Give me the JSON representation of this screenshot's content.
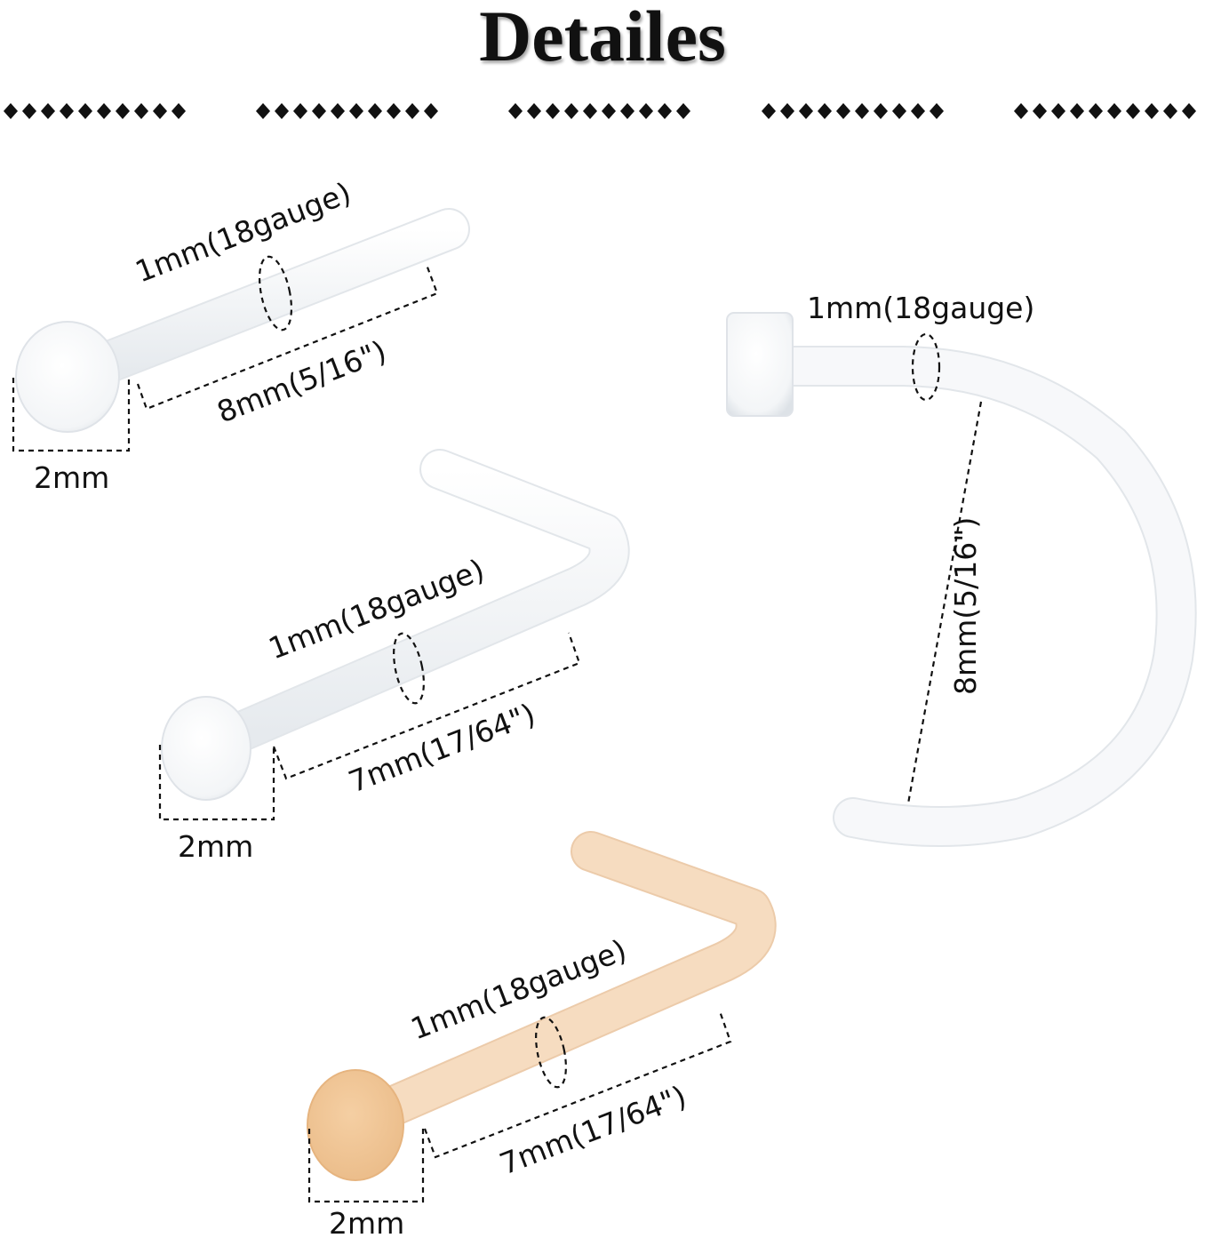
{
  "title": "Detailes",
  "colors": {
    "clear": "#f4f6f8",
    "clear_edge": "#dfe3e8",
    "nude": "#f6dcc0",
    "nude_head": "#f0c79a",
    "ink": "#111111"
  },
  "items": {
    "straight": {
      "gauge": "1mm(18gauge)",
      "length": "8mm(5/16\")",
      "head": "2mm",
      "color": "clear"
    },
    "l_clear": {
      "gauge": "1mm(18gauge)",
      "length": "7mm(17/64\")",
      "head": "2mm",
      "color": "clear"
    },
    "nostril": {
      "gauge": "1mm(18gauge)",
      "length": "8mm(5/16\")",
      "color": "clear"
    },
    "l_nude": {
      "gauge": "1mm(18gauge)",
      "length": "7mm(17/64\")",
      "head": "2mm",
      "color": "nude"
    }
  }
}
